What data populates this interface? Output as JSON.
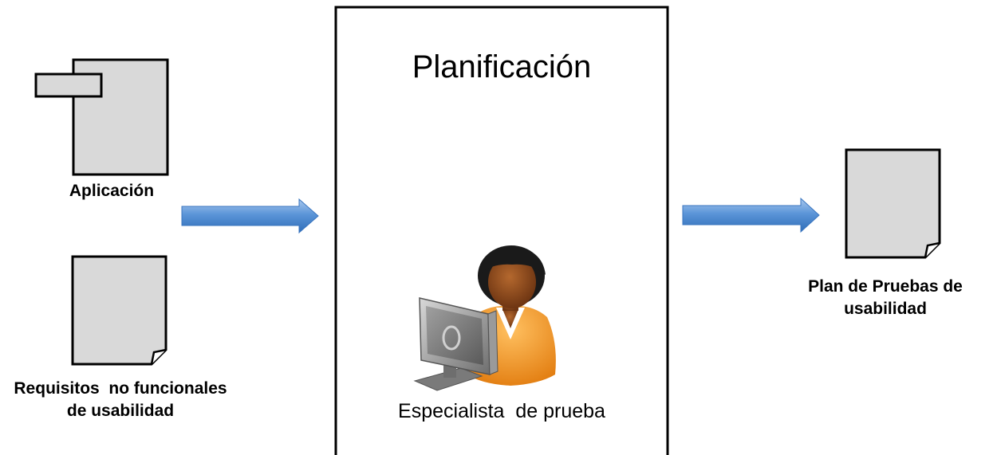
{
  "process": {
    "title": "Planificación",
    "role_label": "Especialista  de prueba",
    "role_icon": "user-at-computer-icon"
  },
  "inputs": [
    {
      "label": "Aplicación",
      "icon": "component-document-icon"
    },
    {
      "label_line1": "Requisitos  no funcionales",
      "label_line2": "de usabilidad",
      "icon": "document-icon"
    }
  ],
  "output": {
    "label_line1": "Plan de Pruebas de",
    "label_line2": "usabilidad",
    "icon": "document-icon"
  },
  "colors": {
    "document_fill": "#d9d9d9",
    "document_stroke": "#000000",
    "arrow_fill": "#4a87cf",
    "arrow_highlight": "#a9c8ee",
    "skin": "#8a4a1c",
    "hair": "#1a1a1a",
    "shirt": "#f59a1c",
    "monitor": "#8c8c8c"
  }
}
